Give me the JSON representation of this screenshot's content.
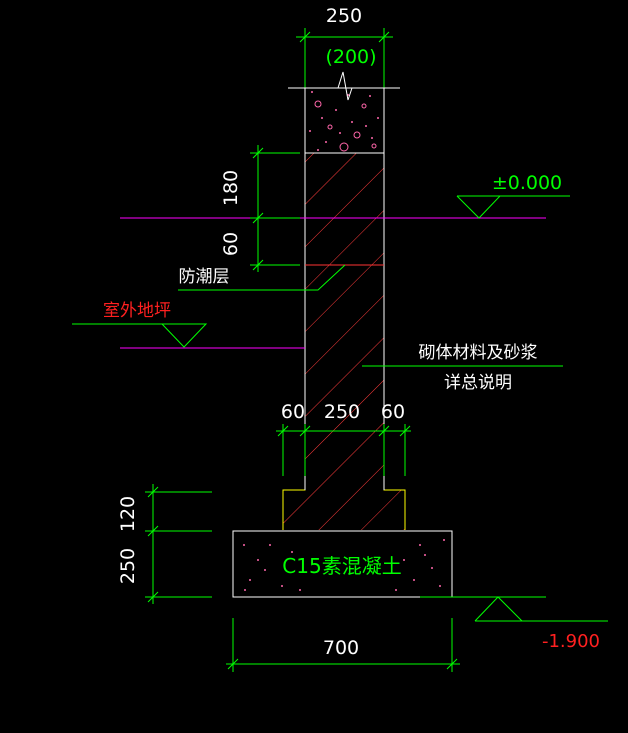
{
  "dims": {
    "top_width": "250",
    "top_width_alt": "(200)",
    "h_180": "180",
    "h_60": "60",
    "mid_left": "60",
    "mid_center": "250",
    "mid_right": "60",
    "h_120": "120",
    "h_250": "250",
    "base_width": "700"
  },
  "labels": {
    "level_zero": "±0.000",
    "level_bottom": "-1.900",
    "damp_proof": "防潮层",
    "outdoor_ground": "室外地坪",
    "masonry_note_1": "砌体材料及砂浆",
    "masonry_note_2": "详总说明",
    "footing_material": "C15素混凝土"
  },
  "colors": {
    "background": "#000000",
    "outline": "#ffffff",
    "dimension": "#00ff00",
    "level_line": "#ff00ff",
    "hatch": "#ff3b3b",
    "red_text": "#ff2020",
    "dots": "#ff66aa"
  }
}
